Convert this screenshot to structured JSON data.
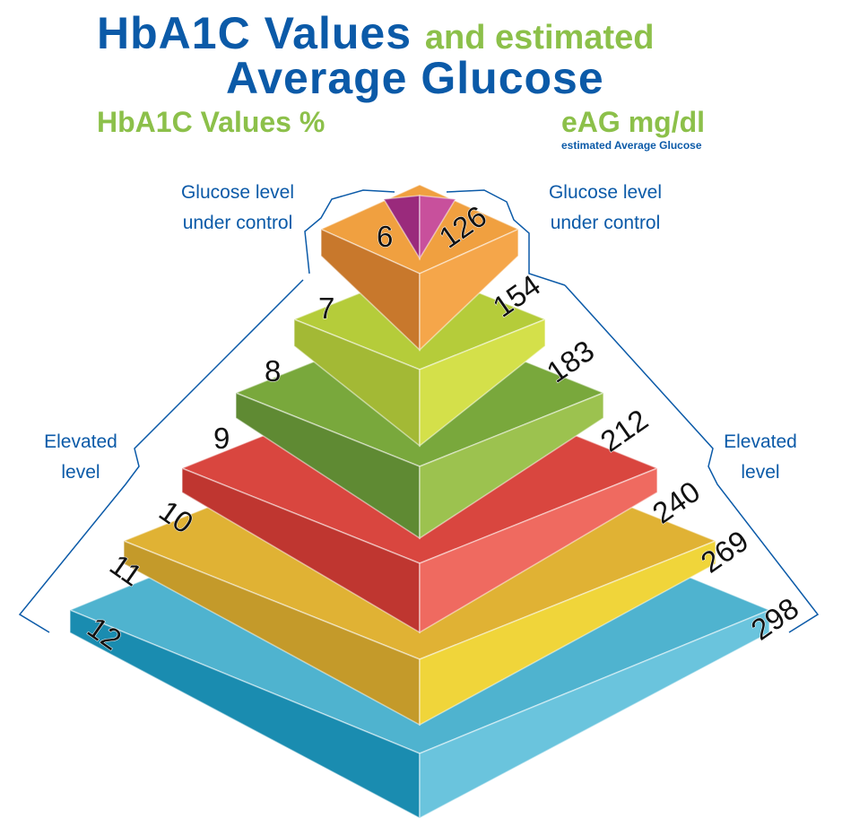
{
  "title": {
    "line1_main": "HbA1C Values",
    "line1_accent": "and estimated",
    "line2": "Average Glucose"
  },
  "subtitles": {
    "left": "HbA1C Values %",
    "right": "eAG mg/dl",
    "right_small": "estimated Average Glucose"
  },
  "annotations": {
    "control_left_1": "Glucose level",
    "control_left_2": "under control",
    "control_right_1": "Glucose level",
    "control_right_2": "under control",
    "elevated_left_1": "Elevated",
    "elevated_left_2": "level",
    "elevated_right_1": "Elevated",
    "elevated_right_2": "level"
  },
  "levels": [
    {
      "hba1c": "12",
      "eag": "298",
      "top": "#4fb3cf",
      "left": "#1a8cb0",
      "right": "#6ac4dd"
    },
    {
      "hba1c": "11",
      "eag": "269",
      "top": "#e0b234",
      "left": "#c49a2a",
      "right": "#f0d53a"
    },
    {
      "hba1c": "10",
      "eag": "240",
      "top": "#d9463f",
      "left": "#bf3630",
      "right": "#ef6a60"
    },
    {
      "hba1c": "9",
      "eag": "212",
      "top": "#79a83c",
      "left": "#5f8a33",
      "right": "#9cc24f"
    },
    {
      "hba1c": "8",
      "eag": "183",
      "top": "#b5cc3a",
      "left": "#a3b935",
      "right": "#d4e04a"
    },
    {
      "hba1c": "7",
      "eag": "154",
      "top": "#f0a040",
      "left": "#c8782c",
      "right": "#f5a64a"
    },
    {
      "hba1c": "6",
      "eag": "126",
      "top": "#c0439a",
      "left": "#9a2a7c",
      "right": "#c8509c"
    }
  ]
}
